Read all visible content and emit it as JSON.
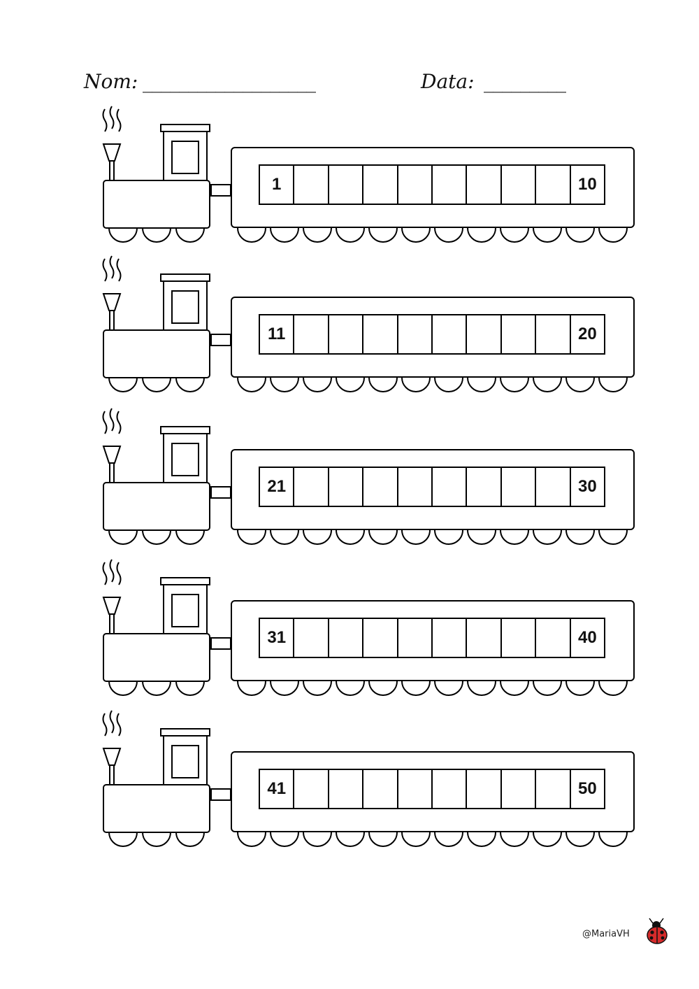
{
  "header": {
    "name_label": "Nom:",
    "name_blank": "___________________",
    "date_label": "Data:",
    "date_blank": "_________"
  },
  "trains": [
    {
      "start": "1",
      "end": "10"
    },
    {
      "start": "11",
      "end": "20"
    },
    {
      "start": "21",
      "end": "30"
    },
    {
      "start": "31",
      "end": "40"
    },
    {
      "start": "41",
      "end": "50"
    }
  ],
  "footer": {
    "credit": "@MariaVH",
    "logo_icon": "ladybug-icon"
  },
  "colors": {
    "ink": "#000000",
    "ladybug_red": "#d62b2b"
  }
}
